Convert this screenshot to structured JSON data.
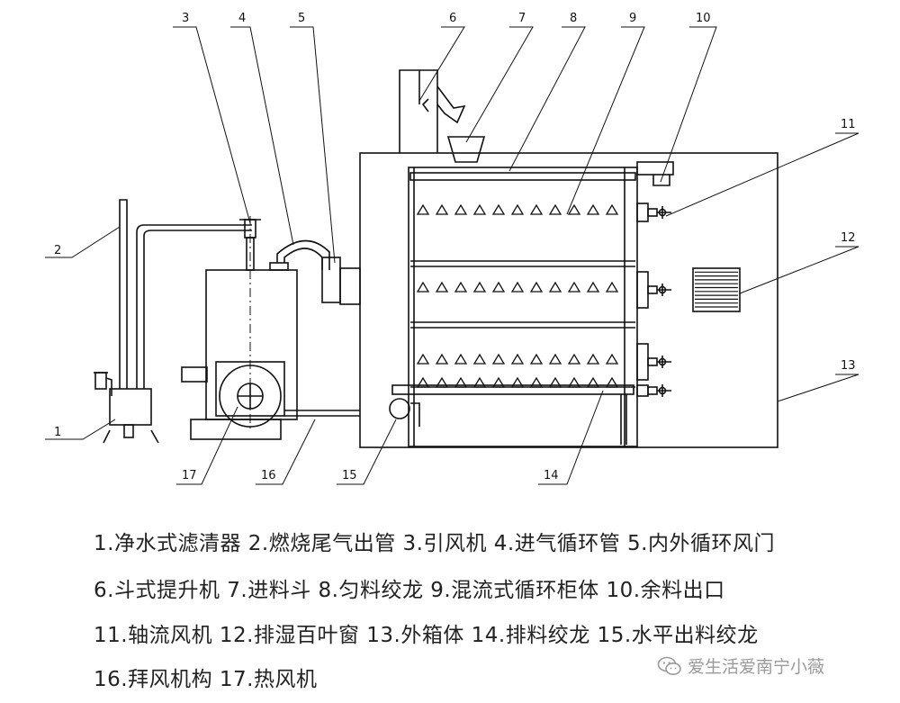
{
  "callouts": [
    "1",
    "2",
    "3",
    "4",
    "5",
    "6",
    "7",
    "8",
    "9",
    "10",
    "11",
    "12",
    "13",
    "14",
    "15",
    "16",
    "17"
  ],
  "legend": {
    "line1": "1.净水式滤清器 2.燃烧尾气出管 3.引风机 4.进气循环管 5.内外循环风门",
    "line2": "6.斗式提升机 7.进料斗 8.匀料绞龙 9.混流式循环柜体 10.余料出口",
    "line3": "11.轴流风机 12.排湿百叶窗 13.外箱体 14.排料绞龙 15.水平出料绞龙",
    "line4": "16.拜风机构 17.热风机"
  },
  "watermark": {
    "text": "爱生活爱南宁小薇",
    "icon": "wechat-icon"
  }
}
